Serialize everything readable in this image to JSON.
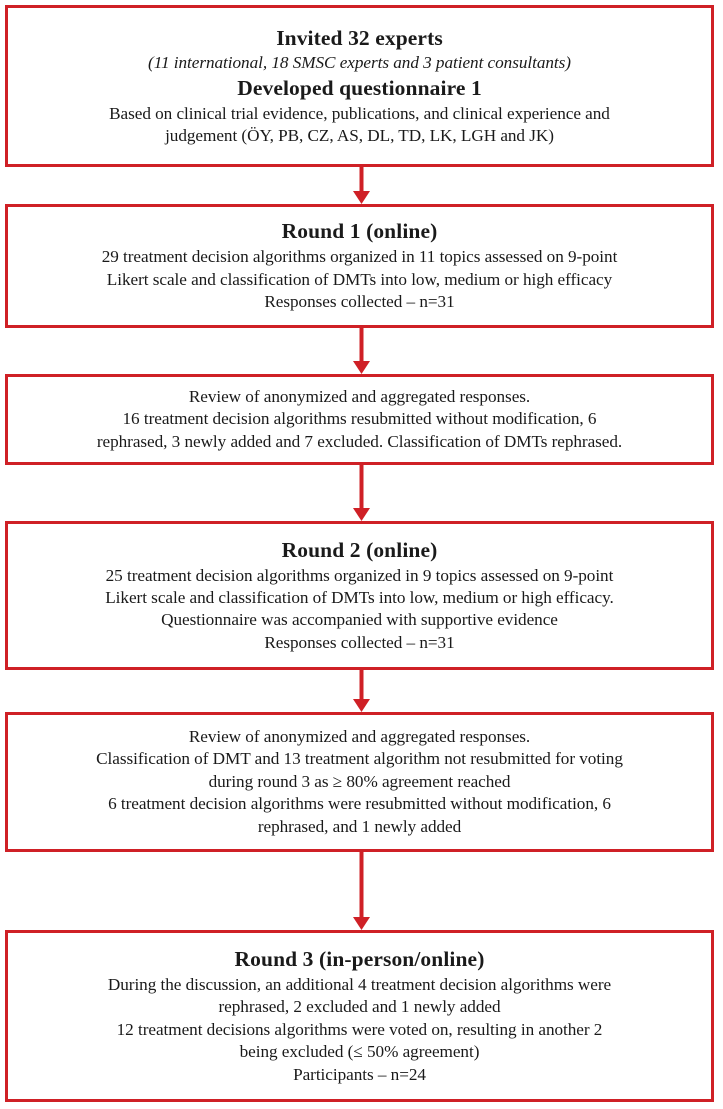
{
  "figure": {
    "type": "flowchart",
    "orientation": "vertical",
    "accent_color": "#cf2026",
    "text_color": "#1a1a1a",
    "background_color": "#ffffff",
    "node_count": 6,
    "connector_count": 5,
    "connector_icon": "down-arrow-icon"
  },
  "nodes": [
    {
      "id": "invited-experts",
      "lines": [
        {
          "text": "Invited 32 experts",
          "style": "title"
        },
        {
          "text": "(11 international, 18 SMSC experts and 3 patient consultants)",
          "style": "italic"
        },
        {
          "text": "Developed questionnaire 1",
          "style": "title"
        },
        {
          "text": "Based on clinical trial evidence, publications, and clinical experience and",
          "style": "body"
        },
        {
          "text": "judgement (ÖY, PB, CZ, AS, DL, TD, LK, LGH and JK)",
          "style": "body"
        }
      ]
    },
    {
      "id": "round-1",
      "lines": [
        {
          "text": "Round 1 (online)",
          "style": "title"
        },
        {
          "text": "29 treatment decision algorithms organized in 11 topics assessed on 9-point",
          "style": "body"
        },
        {
          "text": "Likert scale and classification of DMTs into low, medium or high efficacy",
          "style": "body"
        },
        {
          "text": "Responses collected – n=31",
          "style": "body"
        }
      ]
    },
    {
      "id": "review-1",
      "lines": [
        {
          "text": "Review of anonymized and aggregated responses.",
          "style": "body"
        },
        {
          "text": "16 treatment decision algorithms resubmitted without modification, 6",
          "style": "body"
        },
        {
          "text": "rephrased, 3 newly added and 7 excluded. Classification of DMTs rephrased.",
          "style": "body"
        }
      ]
    },
    {
      "id": "round-2",
      "lines": [
        {
          "text": "Round 2 (online)",
          "style": "title"
        },
        {
          "text": "25 treatment decision algorithms organized in 9 topics assessed on 9-point",
          "style": "body"
        },
        {
          "text": "Likert scale and classification of DMTs into low, medium or high efficacy.",
          "style": "body"
        },
        {
          "text": "Questionnaire was accompanied with supportive evidence",
          "style": "body"
        },
        {
          "text": "Responses collected – n=31",
          "style": "body"
        }
      ]
    },
    {
      "id": "review-2",
      "lines": [
        {
          "text": "Review of anonymized and aggregated responses.",
          "style": "body"
        },
        {
          "text": "Classification of DMT and 13 treatment algorithm not resubmitted for voting",
          "style": "body"
        },
        {
          "text": "during round 3 as ≥ 80% agreement reached",
          "style": "body"
        },
        {
          "text": "6 treatment decision algorithms were resubmitted without modification, 6",
          "style": "body"
        },
        {
          "text": "rephrased, and 1 newly added",
          "style": "body"
        }
      ]
    },
    {
      "id": "round-3",
      "lines": [
        {
          "text": "Round 3 (in-person/online)",
          "style": "title"
        },
        {
          "text": "During the discussion, an additional 4 treatment decision algorithms were",
          "style": "body"
        },
        {
          "text": "rephrased, 2 excluded and 1 newly added",
          "style": "body"
        },
        {
          "text": "12 treatment decisions algorithms were voted on, resulting in another 2",
          "style": "body"
        },
        {
          "text": "being excluded (≤ 50% agreement)",
          "style": "body"
        },
        {
          "text": "Participants – n=24",
          "style": "body"
        }
      ]
    }
  ]
}
